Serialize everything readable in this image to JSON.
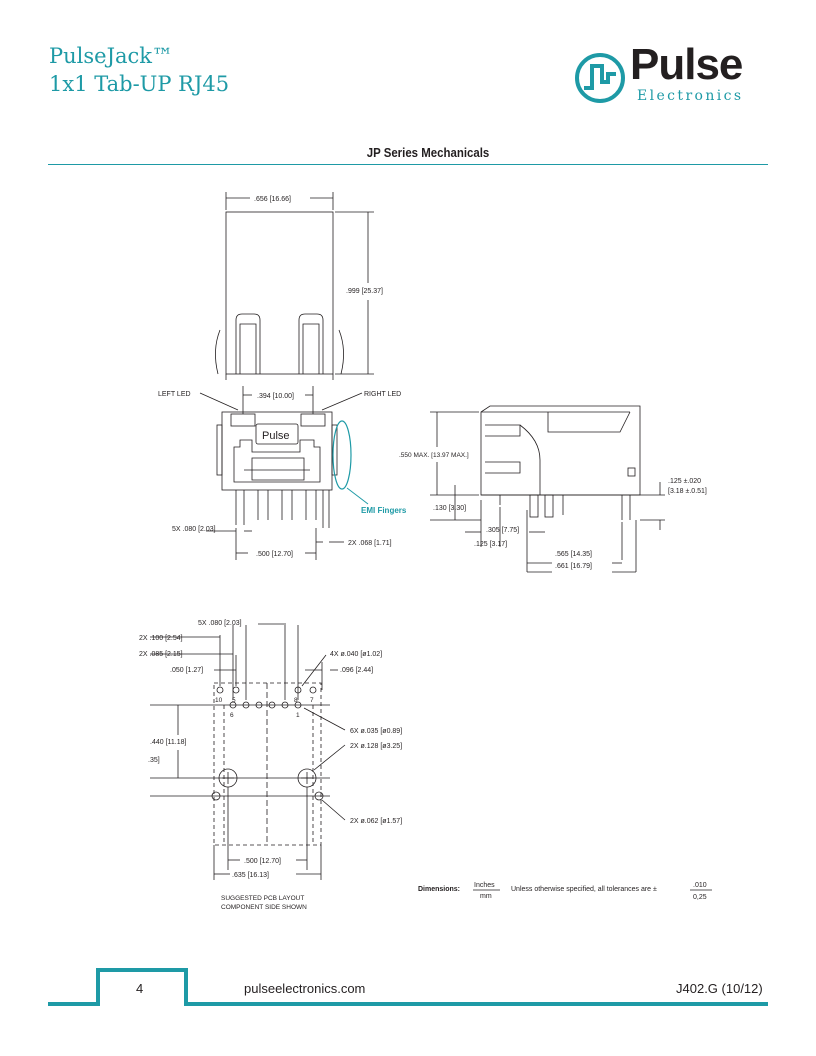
{
  "header": {
    "title_line1": "PulseJack™",
    "title_line2": "1x1 Tab-UP RJ45",
    "logo_word": "Pulse",
    "logo_sub": "Electronics"
  },
  "section_title": "JP Series Mechanicals",
  "front_view": {
    "width_dim": ".656 [16.66]",
    "height_dim": ".999 [25.37]",
    "left_led": "LEFT LED",
    "right_led": "RIGHT LED",
    "led_spacing": ".394 [10.00]",
    "jack_logo": "Pulse",
    "emi_label": "EMI Fingers",
    "pin_width": "5X .080 [2.03]",
    "pin_span": ".500 [12.70]",
    "tab_width": "2X .068 [1.71]"
  },
  "side_view": {
    "max_height": ".550 MAX. [13.97 MAX.]",
    "standoff": ".130 [3.30]",
    "dim_305": ".305 [7.75]",
    "dim_125": ".125 [3.17]",
    "dim_565": ".565 [14.35]",
    "dim_661": ".661 [16.79]",
    "tab_dim_a": ".125 ±.020",
    "tab_dim_b": "[3.18 ±.0.51]"
  },
  "pcb_layout": {
    "pad_5x": "5X .080 [2.03]",
    "dim_100": "2X .100 [2.54]",
    "dim_085": "2X .085 [2.15]",
    "dim_050": ".050 [1.27]",
    "dim_4x040": "4X ø.040 [ø1.02]",
    "dim_096": ".096 [2.44]",
    "dim_6x035": "6X ø.035 [ø0.89]",
    "dim_2x128": "2X ø.128 [ø3.25]",
    "dim_440": ".440 [11.18]",
    "dim_35": ".35]",
    "dim_2x062": "2X ø.062 [ø1.57]",
    "dim_500": ".500 [12.70]",
    "dim_635": ".635 [16.13]",
    "caption_line1": "SUGGESTED  PCB  LAYOUT",
    "caption_line2": "COMPONENT  SIDE  SHOWN",
    "pin_labels": [
      "10",
      "5",
      "6",
      "8",
      "7",
      "1"
    ]
  },
  "dimensions_note": {
    "label": "Dimensions:",
    "unit_top": "Inches",
    "unit_bottom": "mm",
    "text": "Unless otherwise specified, all tolerances are ±",
    "tol_top": ".010",
    "tol_bottom": "0,25"
  },
  "footer": {
    "page_number": "4",
    "website": "pulseelectronics.com",
    "doc_code": "J402.G (10/12)"
  },
  "colors": {
    "brand_teal": "#1e9aa6",
    "text": "#231f20"
  }
}
